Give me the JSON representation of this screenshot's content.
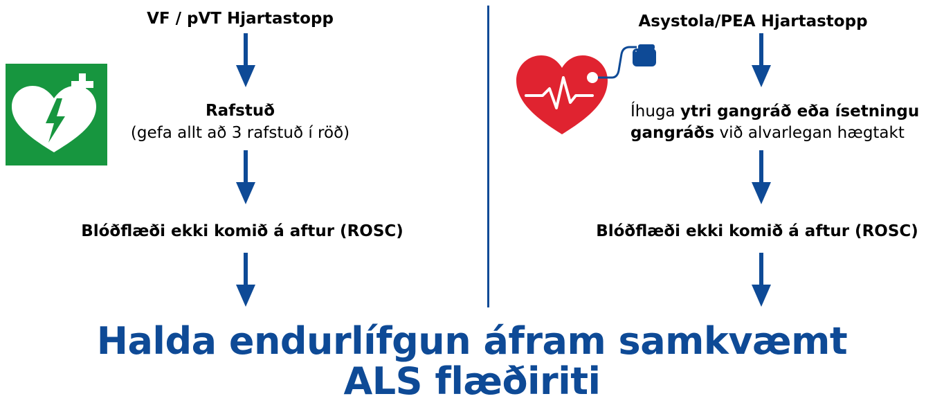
{
  "left": {
    "title": "VF / pVT Hjartastopp",
    "step_title": "Rafstuð",
    "step_sub": "(gefa allt að 3 rafstuð í röð)",
    "outcome": "Blóðflæði ekki komið á aftur (ROSC)",
    "icon": "aed-heart-icon"
  },
  "right": {
    "title": "Asystola/PEA Hjartastopp",
    "note_line1_plain": "Íhuga ",
    "note_line1_bold": "ytri gangráð eða ísetningu",
    "note_line2_bold": "gangráðs",
    "note_line2_plain": " við alvarlegan hægtakt",
    "outcome": "Blóðflæði ekki komið á aftur (ROSC)",
    "icon": "pacemaker-heart-icon"
  },
  "final": {
    "line1": "Halda endurlífgun áfram samkvæmt",
    "line2": "ALS flæðiriti"
  },
  "colors": {
    "accent_blue": "#0e4a96",
    "aed_green": "#17963f",
    "heart_red": "#e02330"
  }
}
